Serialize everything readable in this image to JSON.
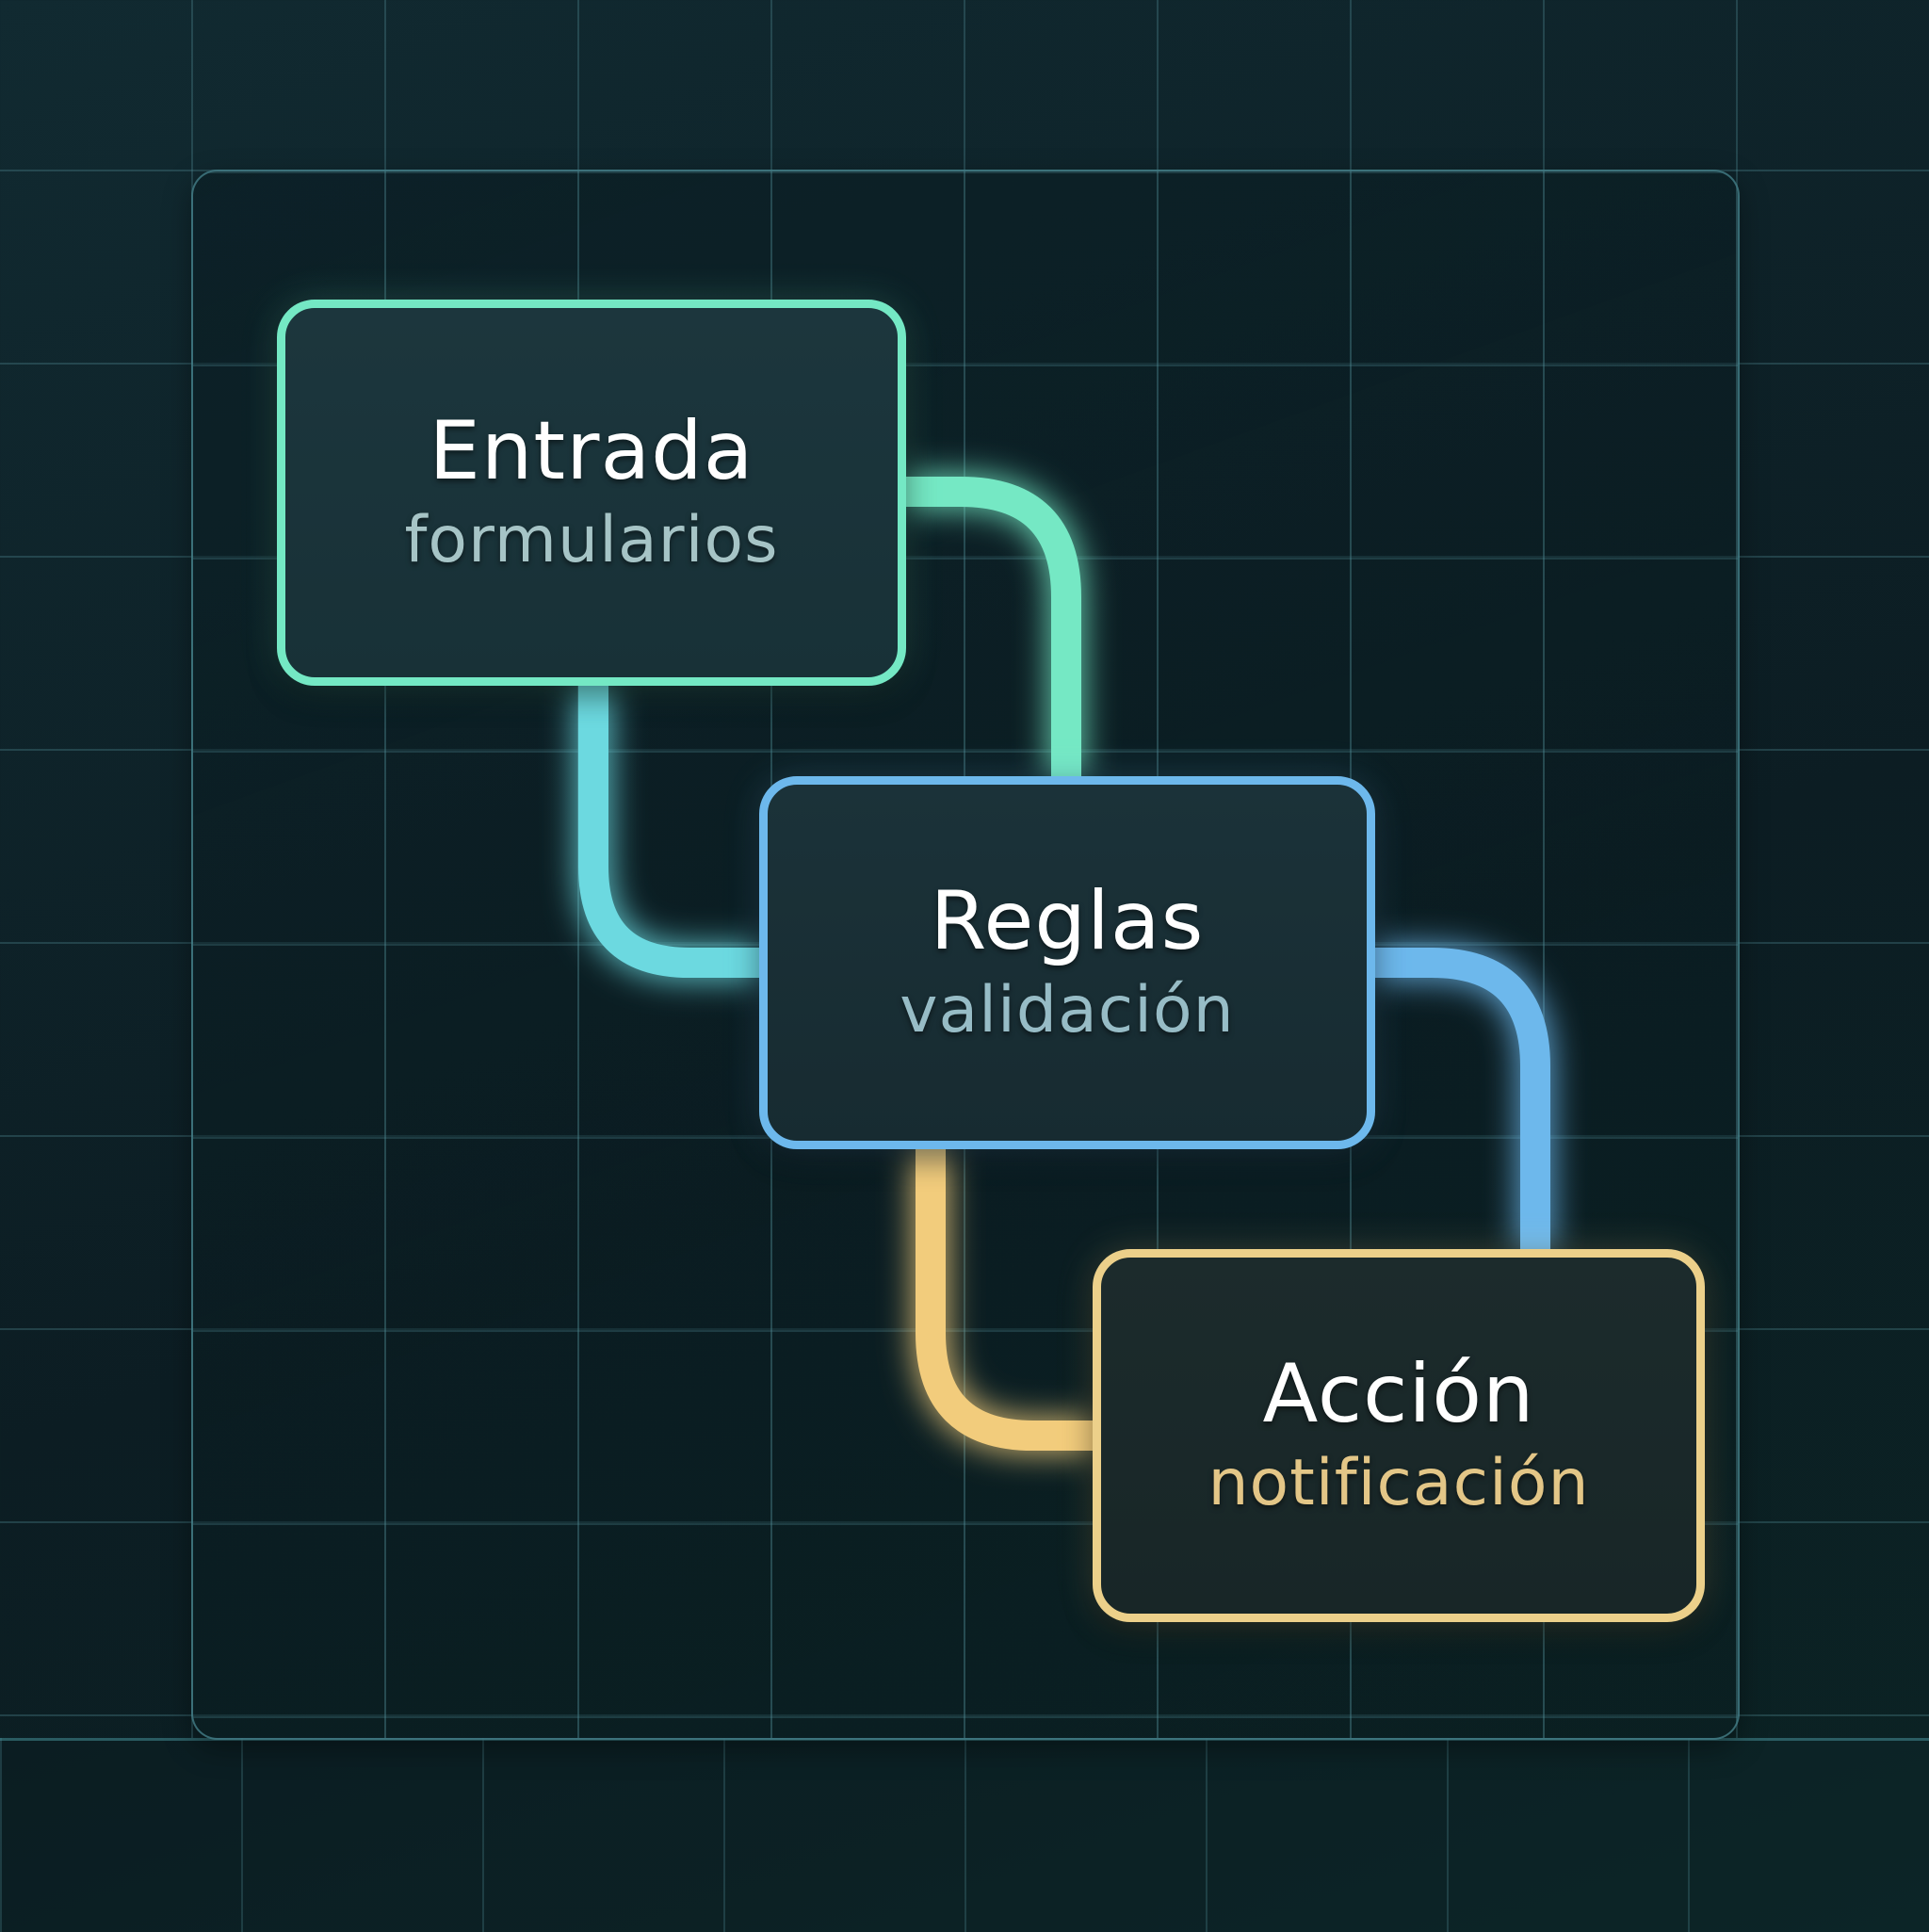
{
  "colors": {
    "background": "#0f252b",
    "grid_line": "#3e6f78",
    "panel_border": "#4b8c96",
    "accent_green": "#74e8c4",
    "accent_cyan": "#6cd9e0",
    "accent_blue": "#6db8ec",
    "accent_gold": "#f2cc7c",
    "title_text": "#ffffff",
    "subtitle_muted": "#9ec0c4",
    "subtitle_gold": "#e8c98a"
  },
  "nodes": [
    {
      "title": "Entrada",
      "subtitle": "formularios",
      "border_color": "#74e8c4",
      "subtitle_color": "#a6c4c6"
    },
    {
      "title": "Reglas",
      "subtitle": "validación",
      "border_color": "#6db8ec",
      "subtitle_color": "#97bcc6"
    },
    {
      "title": "Acción",
      "subtitle": "notificación",
      "border_color": "#ecd08a",
      "subtitle_color": "#e3c687"
    }
  ],
  "connectors": [
    {
      "from": "Entrada",
      "to": "Reglas",
      "side": "right-to-top",
      "color": "#74e8c4"
    },
    {
      "from": "Entrada",
      "to": "Reglas",
      "side": "bottom-to-left",
      "color": "#6cd9e0"
    },
    {
      "from": "Reglas",
      "to": "Acción",
      "side": "right-to-top",
      "color": "#6db8ec"
    },
    {
      "from": "Reglas",
      "to": "Acción",
      "side": "bottom-to-left",
      "color": "#f2cc7c"
    }
  ]
}
